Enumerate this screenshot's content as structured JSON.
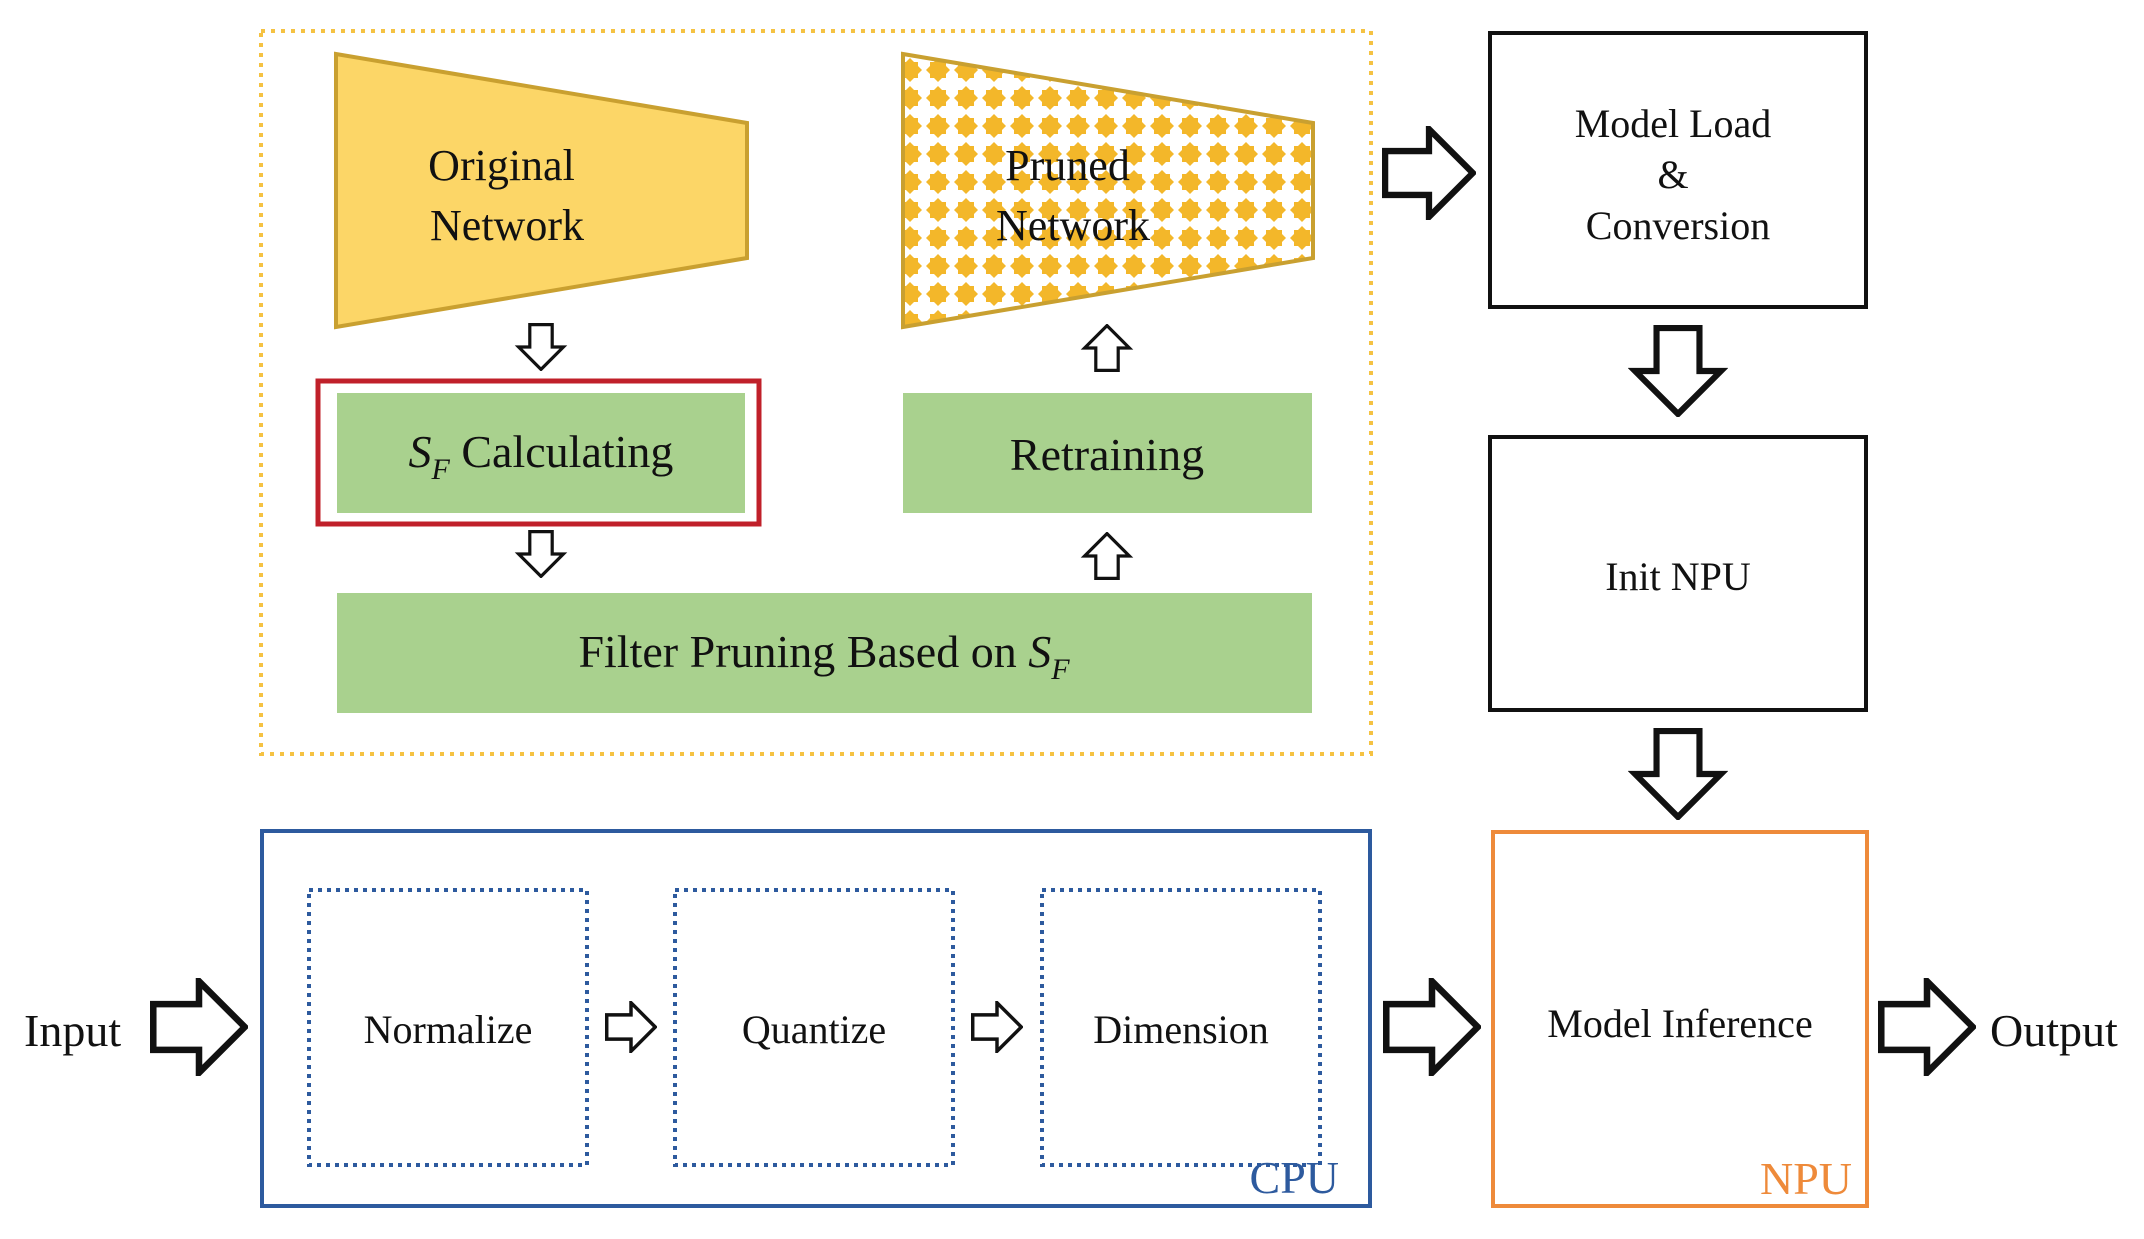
{
  "pruning": {
    "original_network": [
      "Original",
      "Network"
    ],
    "pruned_network": [
      "Pruned",
      "Network"
    ],
    "sf_calculating": {
      "symbol": "S",
      "subscript": "F",
      "text": " Calculating"
    },
    "retraining": "Retraining",
    "filter_pruning": {
      "text": "Filter Pruning Based on ",
      "symbol": "S",
      "subscript": "F"
    }
  },
  "npu_pipeline": {
    "model_load": [
      "Model Load",
      "&",
      "Conversion"
    ],
    "init_npu": "Init NPU",
    "model_inference": "Model Inference",
    "npu_tag": "NPU"
  },
  "cpu_pipeline": {
    "steps": [
      "Normalize",
      "Quantize",
      "Dimension"
    ],
    "cpu_tag": "CPU"
  },
  "io": {
    "input": "Input",
    "output": "Output"
  },
  "colors": {
    "network_fill": "#FCD667",
    "network_stroke": "#C9A030",
    "pattern_dot": "#F3B72A",
    "green_box": "#A9D18E",
    "yellow_dash": "#F5C242",
    "highlight_red": "#C0202A",
    "cpu_blue": "#2D5A9E",
    "npu_orange": "#EE8A3A"
  }
}
